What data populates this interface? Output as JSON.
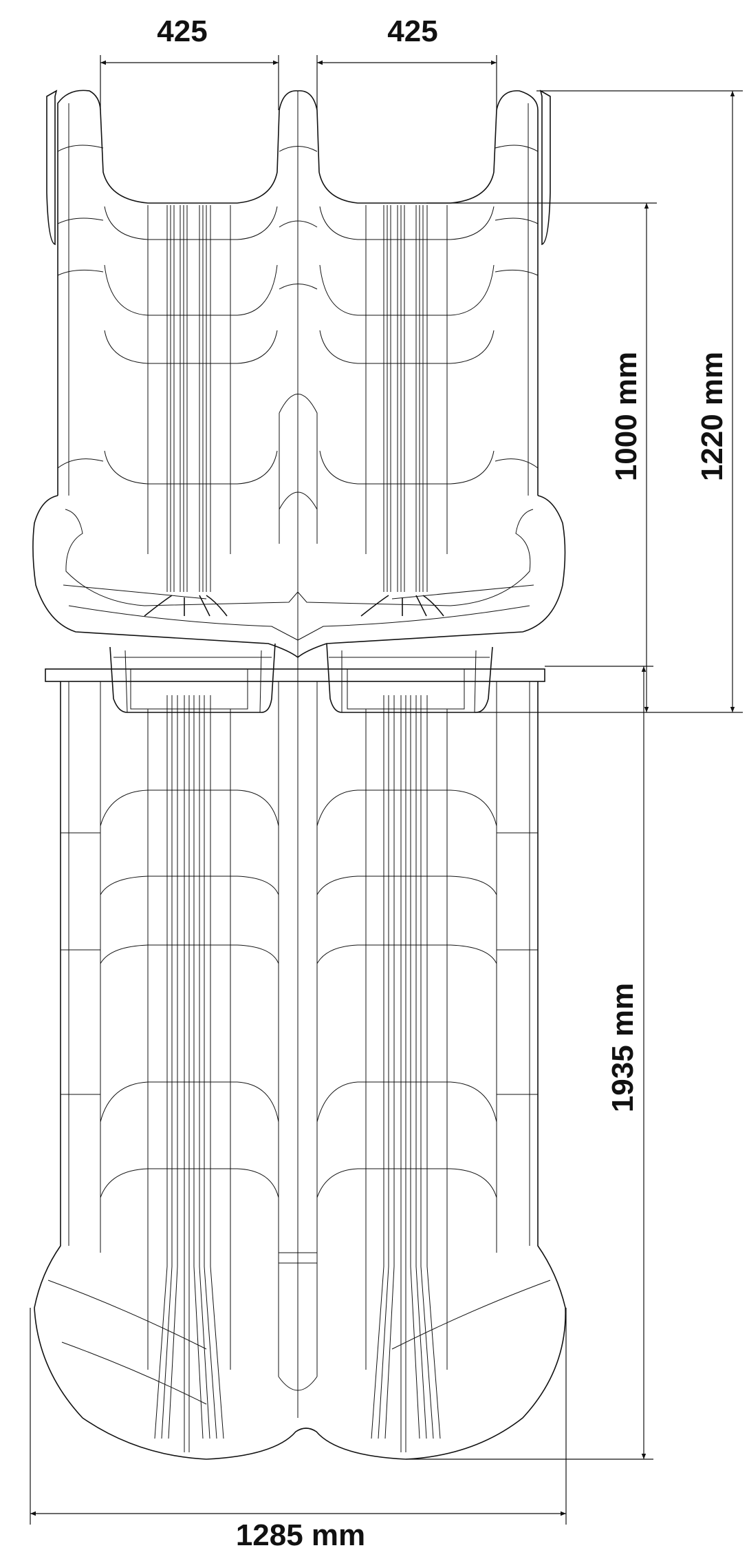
{
  "front_view": {
    "seat_width_left": "425",
    "seat_width_right": "425",
    "seat_height": "1000 mm",
    "overall_height": "1220 mm"
  },
  "top_view": {
    "length": "1935 mm",
    "width": "1285 mm"
  },
  "colors": {
    "line": "#111111",
    "background": "#ffffff"
  }
}
